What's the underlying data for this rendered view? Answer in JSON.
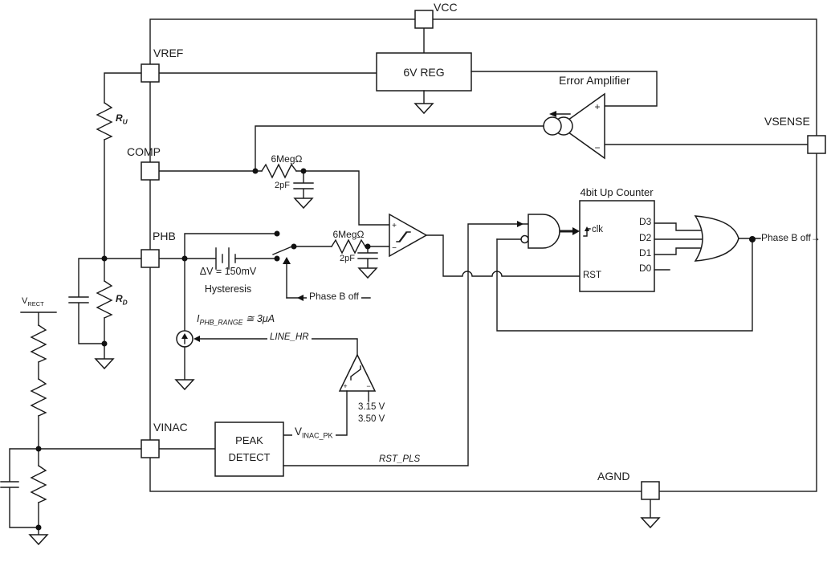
{
  "pins": {
    "vcc": "VCC",
    "vref": "VREF",
    "comp": "COMP",
    "phb": "PHB",
    "vinac": "VINAC",
    "vsense": "VSENSE",
    "agnd": "AGND"
  },
  "blocks": {
    "regulator": "6V REG",
    "error_amplifier": "Error Amplifier",
    "counter_title": "4bit Up Counter",
    "peak_detect_line1": "PEAK",
    "peak_detect_line2": "DETECT"
  },
  "counter": {
    "clk": "clk",
    "rst": "RST",
    "d3": "D3",
    "d2": "D2",
    "d1": "D1",
    "d0": "D0"
  },
  "components": {
    "r_upper": {
      "name": "R",
      "sub": "U"
    },
    "r_lower": {
      "name": "R",
      "sub": "D"
    },
    "comp_filter_r": "6MegΩ",
    "comp_filter_c": "2pF",
    "phb_filter_r": "6MegΩ",
    "phb_filter_c": "2pF",
    "battery_value": "ΔV = 150mV",
    "battery_caption": "Hysteresis",
    "current_source": {
      "name": "I",
      "sub": "PHB_RANGE",
      "suffix": " ≅ 3μA"
    },
    "v_rect": {
      "name": "V",
      "sub": "RECT"
    }
  },
  "nets": {
    "phase_b_off_switch": "Phase B off",
    "phase_b_off_output": "Phase B off→",
    "line_hr": "LINE_HR",
    "rst_pls": "RST_PLS",
    "vinac_pk": {
      "name": "V",
      "sub": "INAC_PK"
    },
    "threshold_low": "3.15 V",
    "threshold_high": "3.50 V"
  },
  "ops": {
    "plus": "+",
    "minus": "−"
  },
  "colors": {
    "line": "#1a1a1a",
    "background": "#ffffff"
  }
}
